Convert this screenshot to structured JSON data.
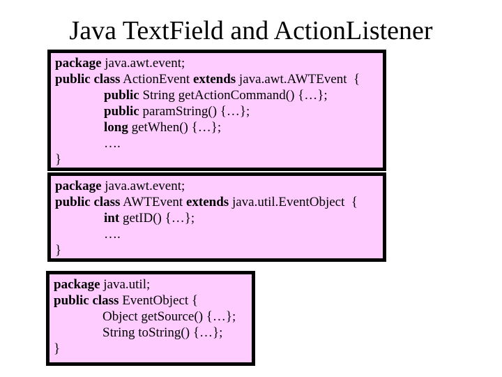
{
  "title": "Java TextField and ActionListener",
  "colors": {
    "background": "#ffffff",
    "box_fill": "#ffccff",
    "box_border": "#000000",
    "text": "#000000"
  },
  "boxes": [
    {
      "name": "ActionEvent class",
      "lines": [
        [
          {
            "t": "package",
            "b": true
          },
          {
            "t": " java.awt.event;",
            "b": false
          }
        ],
        [
          {
            "t": "public class",
            "b": true
          },
          {
            "t": " ActionEvent ",
            "b": false
          },
          {
            "t": "extends",
            "b": true
          },
          {
            "t": " java.awt.AWTEvent  {",
            "b": false
          }
        ],
        [
          {
            "t": "\t",
            "b": false
          },
          {
            "t": "public",
            "b": true
          },
          {
            "t": " String getActionCommand() {…};",
            "b": false
          }
        ],
        [
          {
            "t": "\t",
            "b": false
          },
          {
            "t": "public",
            "b": true
          },
          {
            "t": " paramString() {…};",
            "b": false
          }
        ],
        [
          {
            "t": "\t",
            "b": false
          },
          {
            "t": "long",
            "b": true
          },
          {
            "t": " getWhen() {…};",
            "b": false
          }
        ],
        [
          {
            "t": "\t….",
            "b": false
          }
        ],
        [
          {
            "t": "}",
            "b": false
          }
        ]
      ]
    },
    {
      "name": "AWTEvent class",
      "lines": [
        [
          {
            "t": "package",
            "b": true
          },
          {
            "t": " java.awt.event;",
            "b": false
          }
        ],
        [
          {
            "t": "public class",
            "b": true
          },
          {
            "t": " AWTEvent ",
            "b": false
          },
          {
            "t": "extends",
            "b": true
          },
          {
            "t": " java.util.EventObject  {",
            "b": false
          }
        ],
        [
          {
            "t": "\t",
            "b": false
          },
          {
            "t": "int",
            "b": true
          },
          {
            "t": " getID() {…};",
            "b": false
          }
        ],
        [
          {
            "t": "\t….",
            "b": false
          }
        ],
        [
          {
            "t": "}",
            "b": false
          }
        ]
      ]
    },
    {
      "name": "EventObject class",
      "lines": [
        [
          {
            "t": "package",
            "b": true
          },
          {
            "t": " java.util;",
            "b": false
          }
        ],
        [
          {
            "t": "public class",
            "b": true
          },
          {
            "t": " EventObject {",
            "b": false
          }
        ],
        [
          {
            "t": "\tObject getSource() {…};",
            "b": false
          }
        ],
        [
          {
            "t": "\tString toString() {…};",
            "b": false
          }
        ],
        [
          {
            "t": "}",
            "b": false
          }
        ]
      ]
    }
  ]
}
